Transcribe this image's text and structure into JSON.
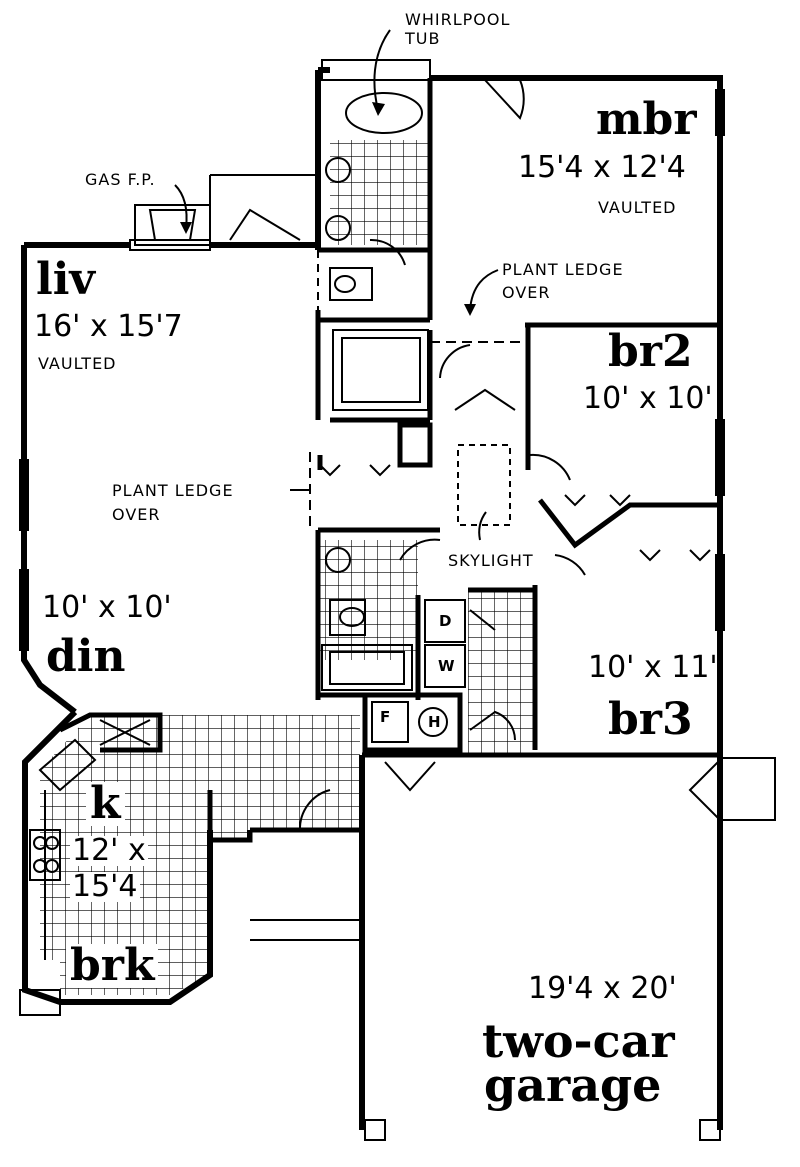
{
  "rooms": {
    "mbr": {
      "name": "mbr",
      "size": "15'4 x 12'4",
      "note": "VAULTED"
    },
    "liv": {
      "name": "liv",
      "size": "16' x 15'7",
      "note": "VAULTED"
    },
    "br2": {
      "name": "br2",
      "size": "10' x 10'"
    },
    "din": {
      "name": "din",
      "size": "10' x 10'"
    },
    "br3": {
      "name": "br3",
      "size": "10' x 11'"
    },
    "k": {
      "name": "k",
      "size_line1": "12' x",
      "size_line2": "15'4"
    },
    "brk": {
      "name": "brk"
    },
    "garage": {
      "size": "19'4 x 20'",
      "name_line1": "two-car",
      "name_line2": "garage"
    }
  },
  "annotations": {
    "whirlpool_line1": "WHIRLPOOL",
    "whirlpool_line2": "TUB",
    "gas_fp": "GAS F.P.",
    "plant_ledge_upper_line1": "PLANT LEDGE",
    "plant_ledge_upper_line2": "OVER",
    "plant_ledge_lower_line1": "PLANT LEDGE",
    "plant_ledge_lower_line2": "OVER",
    "skylight": "SKYLIGHT"
  },
  "appliances": {
    "dryer": "D",
    "washer": "W",
    "furnace": "F",
    "water_heater": "H"
  }
}
